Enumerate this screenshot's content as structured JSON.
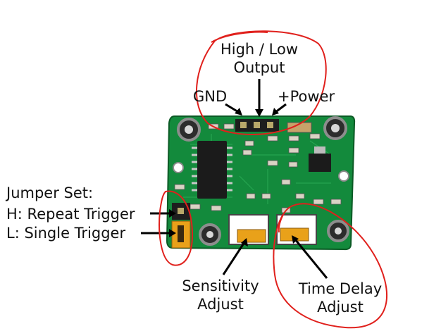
{
  "labels": {
    "high_low_output": [
      "High / Low",
      "Output"
    ],
    "gnd": "GND",
    "power": "+Power",
    "jumper_set": "Jumper Set:",
    "repeat_trigger": "H: Repeat Trigger",
    "single_trigger": "L: Single Trigger",
    "sensitivity_adjust": [
      "Sensitivity",
      "Adjust"
    ],
    "time_delay_adjust": [
      "Time Delay",
      "Adjust"
    ]
  },
  "colors": {
    "board": "#138a3c",
    "board_dark": "#0c6a2c",
    "highlight_circle": "#e0201c",
    "potentiometer": "#e9a11a",
    "text": "#111111"
  }
}
